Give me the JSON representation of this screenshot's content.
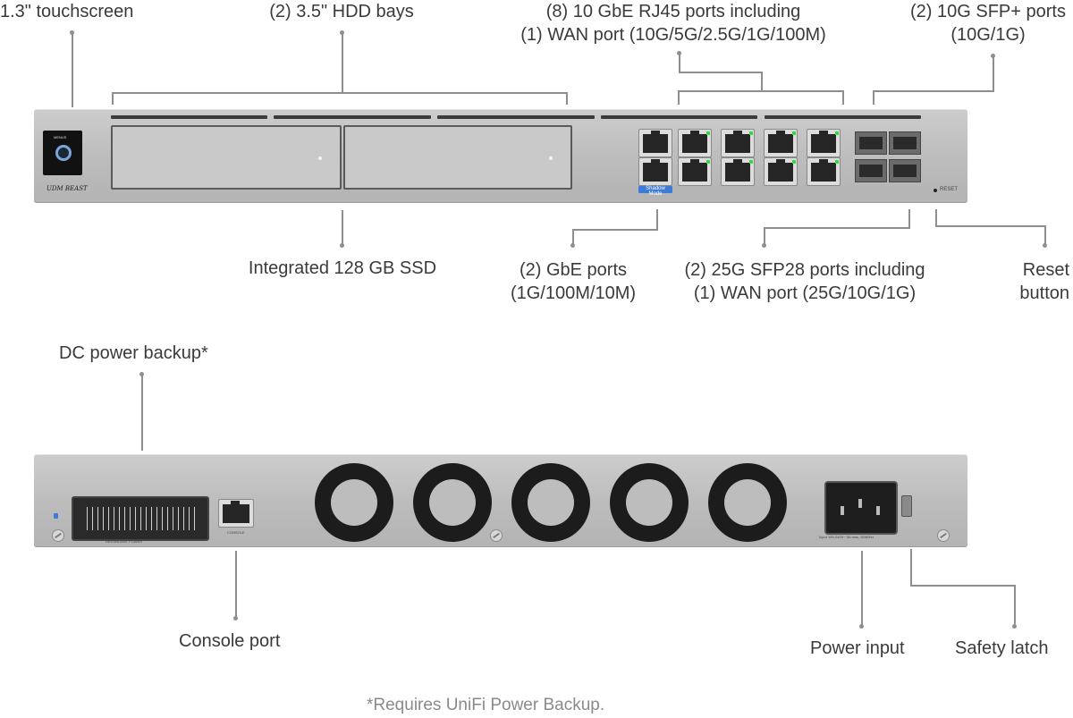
{
  "labels": {
    "touchscreen": "1.3\" touchscreen",
    "hdd_bays": "(2) 3.5\" HDD bays",
    "rj45_line1": "(8) 10 GbE RJ45 ports including",
    "rj45_line2": "(1) WAN port (10G/5G/2.5G/1G/100M)",
    "sfp_plus_line1": "(2) 10G SFP+ ports",
    "sfp_plus_line2": "(10G/1G)",
    "ssd": "Integrated 128 GB SSD",
    "gbe_line1": "(2) GbE ports",
    "gbe_line2": "(1G/100M/10M)",
    "sfp28_line1": "(2) 25G SFP28 ports including",
    "sfp28_line2": "(1) WAN port (25G/10G/1G)",
    "reset_line1": "Reset",
    "reset_line2": "button",
    "dc_backup": "DC power backup*",
    "console": "Console port",
    "power_input": "Power input",
    "safety_latch": "Safety latch"
  },
  "footnote": "*Requires UniFi Power Backup.",
  "device": {
    "brand": "UDM BEAST",
    "screen_text": "MENUS",
    "reset_text": "RESET",
    "shadow_mode": "Shadow Mode",
    "console_text": "CONSOLE",
    "redundant_text": "REDUNDANT POWER",
    "power_spec": "Input 100-240V~ 5A max, 50/60Hz"
  },
  "colors": {
    "port_led": "#3fd34a",
    "accent_blue": "#3e7bd8",
    "callout_line": "#8e8e8e"
  }
}
